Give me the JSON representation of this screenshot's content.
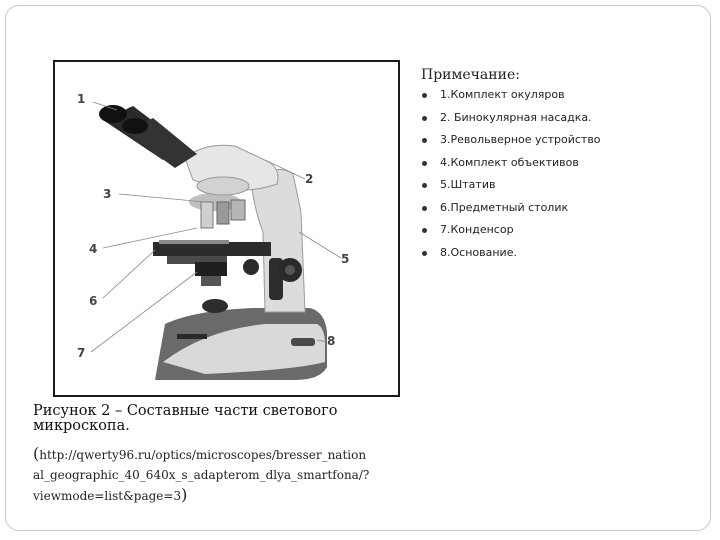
{
  "notes": {
    "title": "Примечание:",
    "items": [
      "1.Комплект окуляров",
      "2. Бинокулярная насадка.",
      "3.Револьверное устройство",
      "4.Комплект объективов",
      "5.Штатив",
      "6.Предметный столик",
      "7.Конденсор",
      "8.Основание."
    ]
  },
  "figure": {
    "callouts": [
      "1",
      "2",
      "3",
      "4",
      "5",
      "6",
      "7",
      "8"
    ]
  },
  "caption": {
    "text": "Рисунок 2 – Составные части светового микроскопа.",
    "open_paren": "(",
    "source_url": "http://qwerty96.ru/optics/microscopes/bresser_national_geographic_40_640x_s_adapterom_dlya_smartfona/?viewmode=list&page=3",
    "close_paren": ")"
  }
}
